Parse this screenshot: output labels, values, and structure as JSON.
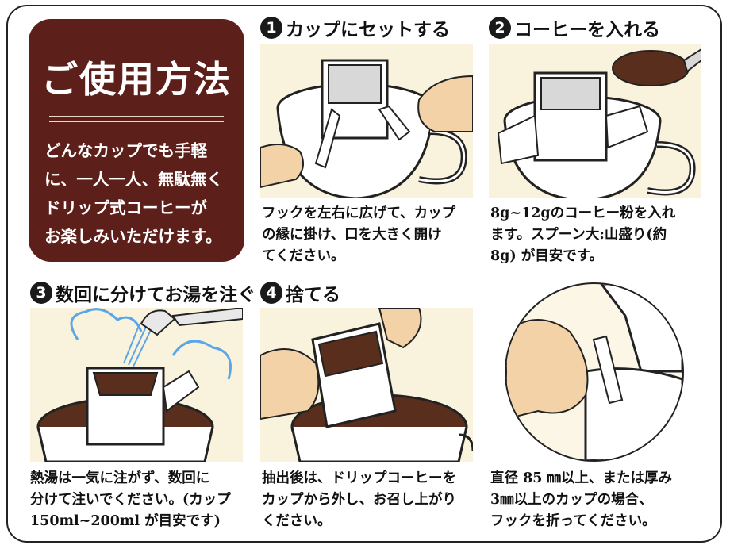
{
  "title": {
    "heading": "ご使用方法",
    "body_lines": [
      "どんなカップでも手軽",
      "に、一人一人、無駄無く",
      "ドリップ式コーヒーが",
      "お楽しみいただけます。"
    ]
  },
  "steps": [
    {
      "number": "1",
      "title": "カップにセットする",
      "caption_lines": [
        "フックを左右に広げて、カップ",
        "の縁に掛け、口を大きく開け",
        "てください。"
      ]
    },
    {
      "number": "2",
      "title": "コーヒーを入れる",
      "caption_lines": [
        "8g~12gのコーヒー粉を入れ",
        "ます。スプーン大:山盛り(約",
        "8g) が目安です。"
      ]
    },
    {
      "number": "3",
      "title": "数回に分けてお湯を注ぐ",
      "caption_lines": [
        "熱湯は一気に注がず、数回に",
        "分けて注いでください。(カップ",
        "150ml~200ml が目安です)"
      ]
    },
    {
      "number": "4",
      "title": "捨てる",
      "caption_lines": [
        "抽出後は、ドリップコーヒーを",
        "カップから外し、お召し上がり",
        "ください。"
      ]
    }
  ],
  "note": {
    "caption_lines": [
      "直径 85 ㎜以上、または厚み",
      "3㎜以上のカップの場合、",
      "フックを折ってください。"
    ]
  },
  "colors": {
    "title_bg": "#5c1f1a",
    "panel_bg": "#f9f3dd",
    "coffee": "#5a2e1c",
    "water": "#5aa6e6",
    "skin": "#f4d2a8"
  }
}
